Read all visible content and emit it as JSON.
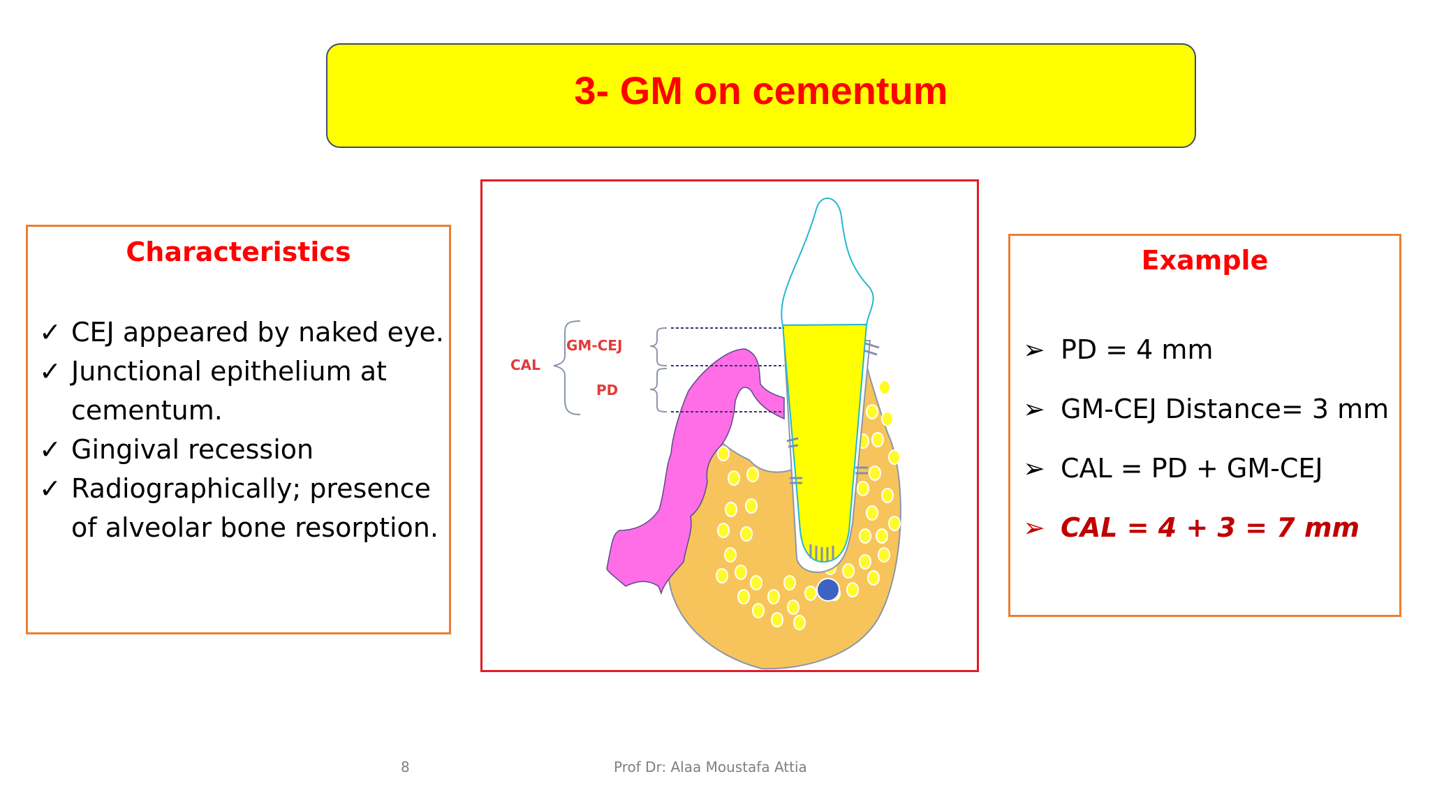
{
  "title": "3- GM on cementum",
  "characteristics": {
    "heading": "Characteristics",
    "items": [
      "CEJ appeared by naked eye.",
      "Junctional epithelium at cementum.",
      "Gingival recession",
      "Radiographically; presence of alveolar bone resorption."
    ]
  },
  "figure": {
    "labels": {
      "cal": "CAL",
      "gm_cej": "GM-CEJ",
      "pd": "PD"
    },
    "colors": {
      "bone": "#f7c45c",
      "tooth_root": "#ffff00",
      "gingiva": "#ff6de7",
      "nerve": "#3d62c4",
      "label": "#e23b3b"
    }
  },
  "example": {
    "heading": "Example",
    "items": [
      "PD = 4 mm",
      "GM-CEJ Distance= 3 mm",
      "CAL = PD + GM-CEJ",
      "CAL = 4 + 3 = 7 mm"
    ]
  },
  "footer": {
    "page_number": "8",
    "author": "Prof Dr: Alaa Moustafa Attia"
  }
}
